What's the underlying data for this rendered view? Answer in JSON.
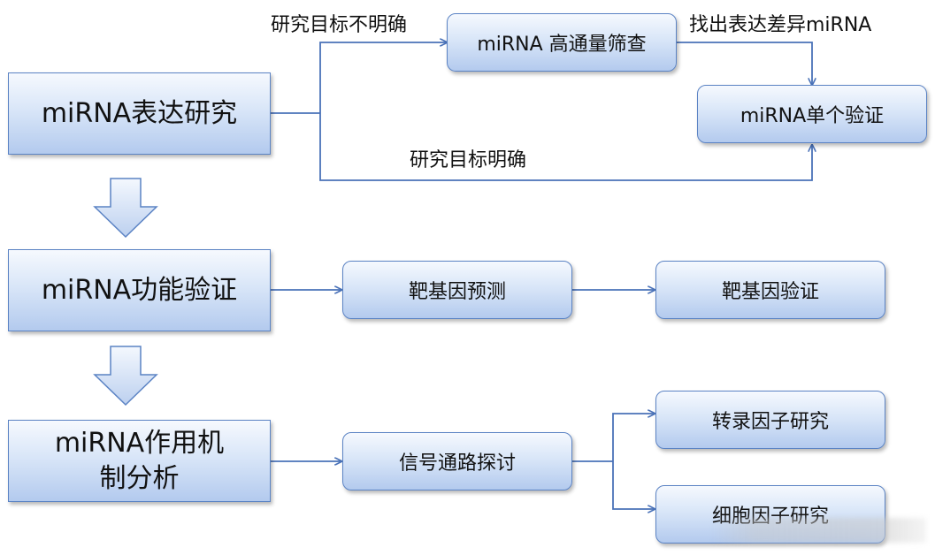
{
  "boxes": {
    "expression_study": "miRNA表达研究",
    "function_validation": "miRNA功能验证",
    "mechanism_analysis": "miRNA作用机制分析",
    "high_throughput_screen": "miRNA 高通量筛查",
    "single_validation": "miRNA单个验证",
    "target_prediction": "靶基因预测",
    "target_validation": "靶基因验证",
    "pathway_study": "信号通路探讨",
    "tf_study": "转录因子研究",
    "cytokine_study": "细胞因子研究"
  },
  "labels": {
    "goal_unclear": "研究目标不明确",
    "goal_clear": "研究目标明确",
    "find_de_mirna": "找出表达差异miRNA"
  },
  "colors": {
    "line": "#4a72b8",
    "box_border": "#5b83c4",
    "box_fill_top": "#f6f9fe",
    "box_fill_bottom": "#b3caee"
  }
}
